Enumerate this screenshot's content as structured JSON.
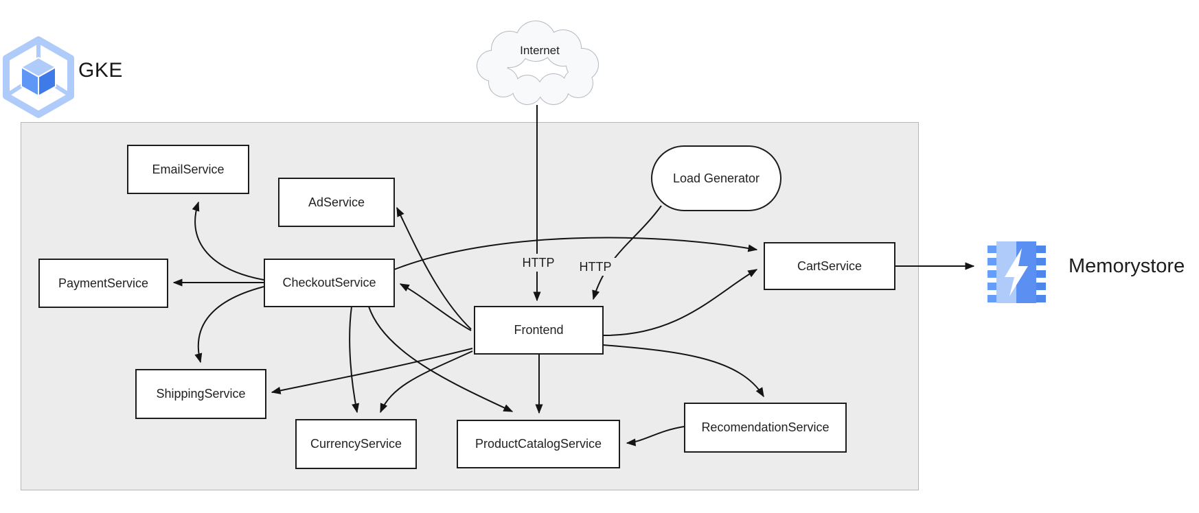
{
  "diagram": {
    "gke_label": "GKE",
    "internet_label": "Internet",
    "memorystore_label": "Memorystore"
  },
  "nodes": [
    {
      "id": "email-service",
      "label": "EmailService",
      "shape": "rect"
    },
    {
      "id": "ad-service",
      "label": "AdService",
      "shape": "rect"
    },
    {
      "id": "payment-service",
      "label": "PaymentService",
      "shape": "rect"
    },
    {
      "id": "checkout-service",
      "label": "CheckoutService",
      "shape": "rect"
    },
    {
      "id": "shipping-service",
      "label": "ShippingService",
      "shape": "rect"
    },
    {
      "id": "currency-service",
      "label": "CurrencyService",
      "shape": "rect"
    },
    {
      "id": "frontend",
      "label": "Frontend",
      "shape": "rect"
    },
    {
      "id": "product-catalog-service",
      "label": "ProductCatalogService",
      "shape": "rect"
    },
    {
      "id": "recommendation-service",
      "label": "RecomendationService",
      "shape": "rect"
    },
    {
      "id": "cart-service",
      "label": "CartService",
      "shape": "rect"
    },
    {
      "id": "load-generator",
      "label": "Load Generator",
      "shape": "pill"
    }
  ],
  "edges": [
    {
      "from": "internet",
      "to": "frontend",
      "label": "HTTP"
    },
    {
      "from": "load-generator",
      "to": "frontend",
      "label": "HTTP"
    },
    {
      "from": "frontend",
      "to": "ad-service"
    },
    {
      "from": "frontend",
      "to": "checkout-service"
    },
    {
      "from": "frontend",
      "to": "shipping-service"
    },
    {
      "from": "frontend",
      "to": "currency-service"
    },
    {
      "from": "frontend",
      "to": "product-catalog-service"
    },
    {
      "from": "frontend",
      "to": "recommendation-service"
    },
    {
      "from": "frontend",
      "to": "cart-service"
    },
    {
      "from": "checkout-service",
      "to": "email-service"
    },
    {
      "from": "checkout-service",
      "to": "payment-service"
    },
    {
      "from": "checkout-service",
      "to": "shipping-service"
    },
    {
      "from": "checkout-service",
      "to": "currency-service"
    },
    {
      "from": "checkout-service",
      "to": "product-catalog-service"
    },
    {
      "from": "checkout-service",
      "to": "cart-service"
    },
    {
      "from": "recommendation-service",
      "to": "product-catalog-service"
    },
    {
      "from": "cart-service",
      "to": "memorystore"
    }
  ],
  "colors": {
    "line": "#141414",
    "box_border": "#1c1c1c",
    "zone_fill": "#ececec",
    "zone_border": "#b4b7ba",
    "cloud_fill": "#f8f9fb",
    "cloud_stroke": "#b5bac2",
    "gke_light": "#aecbfa",
    "gke_mid": "#5e97f6",
    "gke_dark": "#3e7ae8",
    "mem_light": "#aecbfa",
    "mem_mid": "#5b90f2",
    "mem_pin_left": "#669df6",
    "mem_pin_right": "#4f86ec",
    "bolt": "#ffffff"
  }
}
